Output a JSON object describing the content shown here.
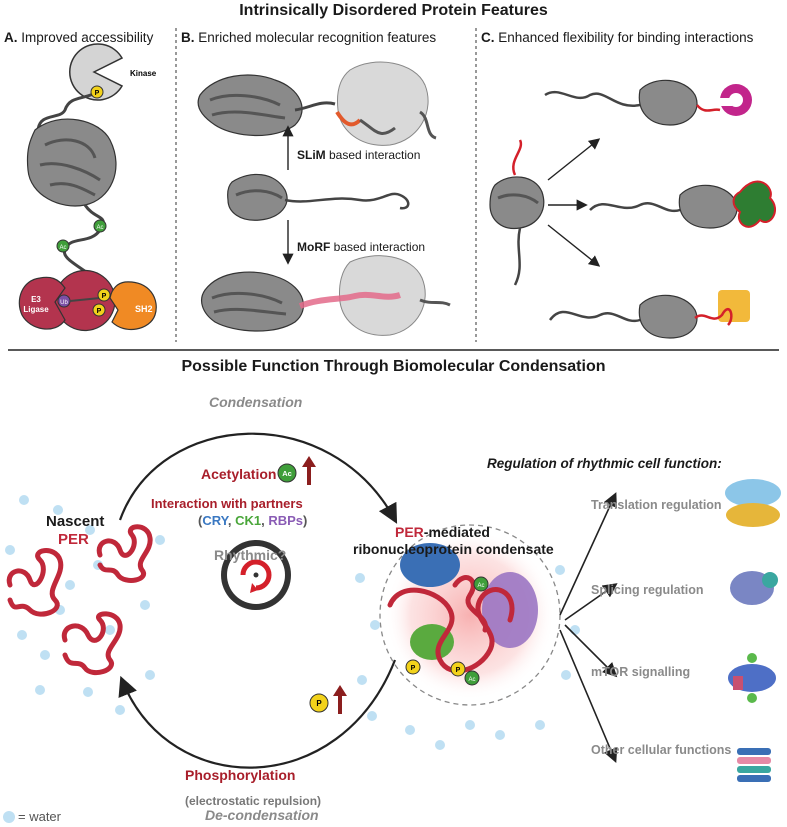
{
  "top": {
    "title": "Intrinsically Disordered Protein Features",
    "panel_a": {
      "letter": "A.",
      "label": "Improved accessibility",
      "kinase": "Kinase",
      "p": "P",
      "ac": "Ac",
      "ub": "Ub",
      "e3_line1": "E3",
      "e3_line2": "Ligase",
      "sh2": "SH2"
    },
    "panel_b": {
      "letter": "B.",
      "label": "Enriched molecular recognition features",
      "slim_bold": "SLiM",
      "slim_rest": " based interaction",
      "morf_bold": "MoRF",
      "morf_rest": " based interaction"
    },
    "panel_c": {
      "letter": "C.",
      "label": "Enhanced flexibility for binding interactions"
    }
  },
  "bottom": {
    "title": "Possible Function Through Biomolecular Condensation",
    "condensation": "Condensation",
    "decondensation": "De-condensation",
    "acetylation": "Acetylation",
    "ac": "Ac",
    "interaction": "Interaction with partners",
    "partners_open": "(",
    "cry": "CRY",
    "sep1": ", ",
    "ck1": "CK1",
    "sep2": ", ",
    "rbps": "RBPs",
    "partners_close": ")",
    "nascent": "Nascent",
    "per": "PER",
    "per_mediated_red": "PER",
    "per_mediated_rest": "-mediated",
    "rnp_condensate": "ribonucleoprotein condensate",
    "rhythmic": "Rhythmic?",
    "phosphorylation": "Phosphorylation",
    "p": "P",
    "electrostatic": "(electrostatic repulsion)",
    "regulation_title": "Regulation of rhythmic cell function:",
    "outputs": [
      "Translation regulation",
      "Splicing regulation",
      "mTOR signalling",
      "Other cellular functions"
    ],
    "legend": "= water"
  },
  "colors": {
    "per_red": "#c0283a",
    "acetyl_green": "#3f9e3a",
    "phospho_yellow": "#f2d21b",
    "cry_blue": "#3a78c2",
    "ck1_green": "#4aa63a",
    "rbp_purple": "#8a5cb5",
    "water_blue": "#bfe0f3",
    "dark_red_arrow": "#8b1e1e"
  }
}
